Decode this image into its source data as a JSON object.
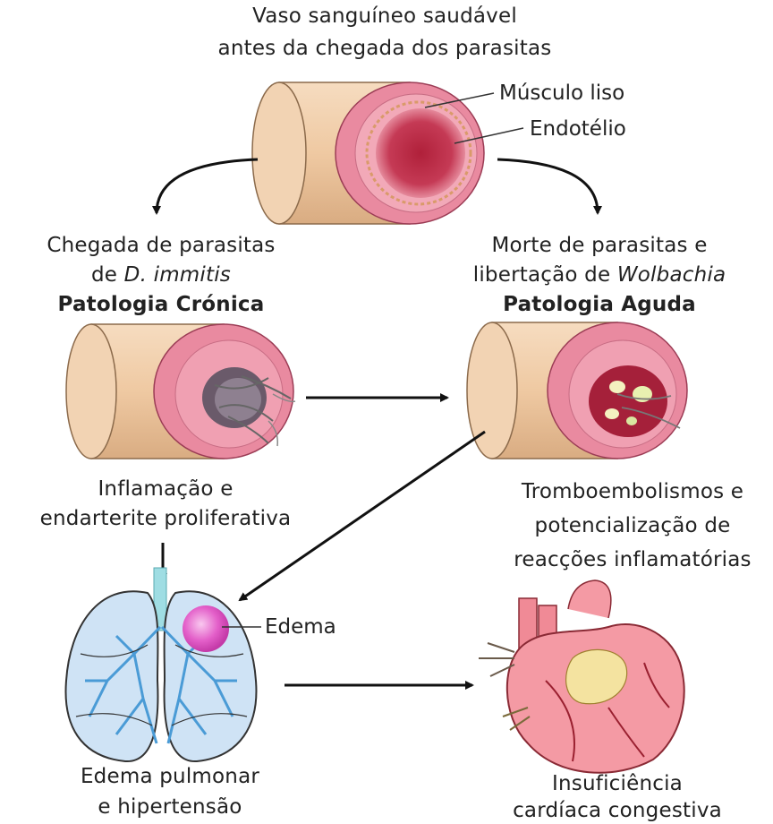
{
  "top": {
    "line1": "Vaso sanguíneo saudável",
    "line2": "antes da chegada dos parasitas",
    "label_muscle": "Músculo liso",
    "label_endothelium": "Endotélio"
  },
  "chronic": {
    "line1": "Chegada de parasitas",
    "line2_prefix": "de ",
    "line2_italic": "D. immitis",
    "title": "Patologia Crónica"
  },
  "acute": {
    "line1": "Morte de parasitas e",
    "line2_prefix": "libertação de ",
    "line2_italic": "Wolbachia",
    "title": "Patologia Aguda"
  },
  "inflammation": {
    "line1": "Inflamação e",
    "line2": "endarterite proliferativa"
  },
  "thrombo": {
    "line1": "Tromboembolismos e",
    "line2": "potencialização de",
    "line3": "reacções inflamatórias"
  },
  "lungs": {
    "label_edema": "Edema",
    "line1": "Edema pulmonar",
    "line2": "e hipertensão"
  },
  "heart": {
    "line1": "Insuficiência",
    "line2": "cardíaca congestiva"
  }
}
